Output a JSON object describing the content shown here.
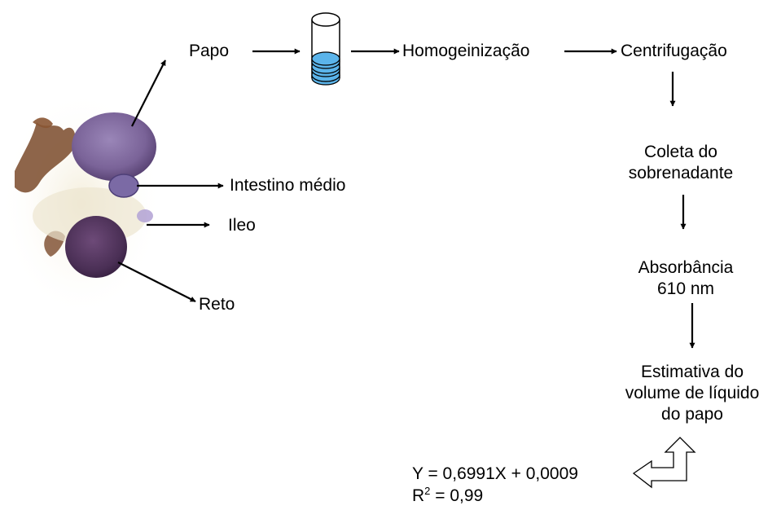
{
  "labels": {
    "papo": "Papo",
    "homogeneization": "Homogeinização",
    "centrifugation": "Centrifugação",
    "supernatant_line1": "Coleta do",
    "supernatant_line2": "sobrenadante",
    "absorbance_line1": "Absorbância",
    "absorbance_line2": "610 nm",
    "estimate_line1": "Estimativa do",
    "estimate_line2": "volume de líquido",
    "estimate_line3": "do papo",
    "intestine": "Intestino médio",
    "ileum": "Ileo",
    "rectum": "Reto"
  },
  "equation": {
    "regression": "Y = 0,6991X + 0,0009",
    "r_prefix": "R",
    "r_exponent": "2",
    "r_value": " = 0,99"
  },
  "colors": {
    "tube_liquid": "#5bb4ea",
    "organ_purple": "#6a4f8e",
    "tissue_brown": "#7a4a2a",
    "arrow": "#000000"
  },
  "icons": {
    "test_tube": "test-tube-icon",
    "return_arrow": "return-arrow-icon",
    "specimen": "insect-gut-photo"
  }
}
